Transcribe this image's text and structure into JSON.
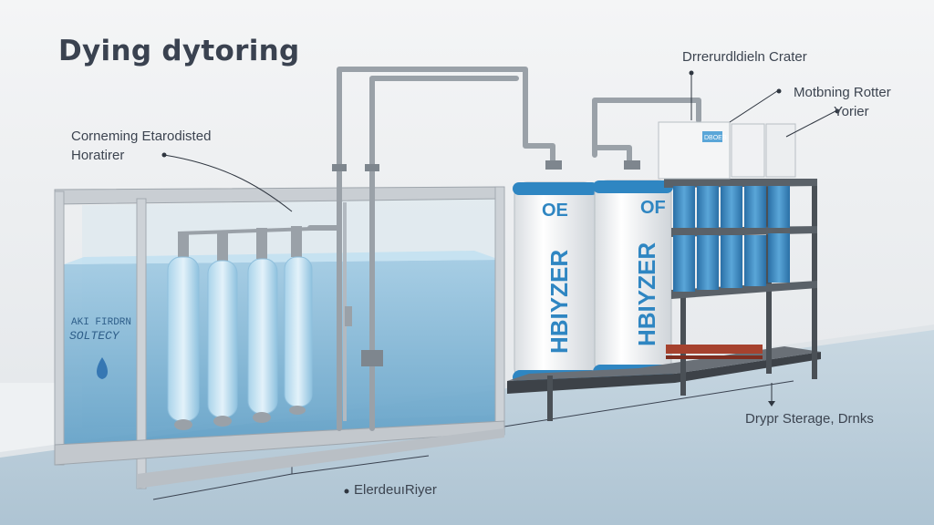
{
  "title": "Dying dytoring",
  "labels": {
    "left_line1": "Corneming Etarodisted",
    "left_line2": "Horatirer",
    "top_right": "Drrerurdldieln Crater",
    "right1": "Motbning Rotter",
    "right2": "Yorier",
    "bottom_right": "Drypr Sterage, Drnks",
    "bottom_center": "ElerdeuıRiyer"
  },
  "tank_text": {
    "line1": "AKI FIRDRN",
    "line2": "SOLTECY"
  },
  "cylinders": [
    {
      "top": "OE",
      "side": "HBIYZER"
    },
    {
      "top": "OF",
      "side": "HBIYZER"
    }
  ],
  "control_box": {
    "badge": "DBOEB"
  },
  "colors": {
    "water": "#7fb6d6",
    "cylinder_blue": "#2f86c2",
    "frame": "#c9ced3",
    "pipe": "#9aa1a8",
    "floor": "#bccdd9",
    "wall": "#f0f2f4"
  }
}
